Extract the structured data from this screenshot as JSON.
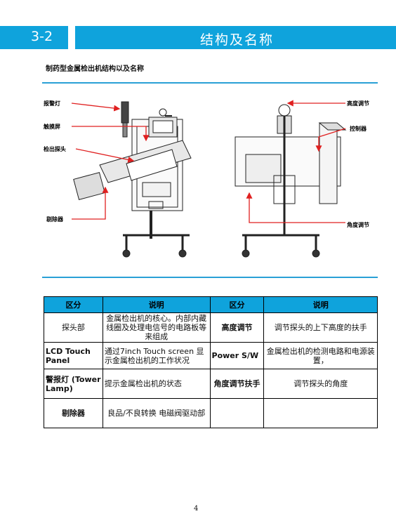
{
  "header": {
    "section_number": "3-2",
    "title": "结构及名称"
  },
  "subtitle": "制药型金属检出机结构以及名称",
  "diagram_labels": {
    "tower_lamp": "报警灯",
    "touch_screen": "触摸屏",
    "probe": "检出探头",
    "rejector": "剔除器",
    "height_adjust": "高度调节",
    "control_box": "控制器",
    "angle_adjust": "角度调节"
  },
  "table": {
    "headers": [
      "区分",
      "说明",
      "区分",
      "说明"
    ],
    "rows": [
      [
        "探头部",
        "金属检出机的核心。内部内藏线圈及处理电信号的电路板等来组成",
        "高度调节",
        "调节探头的上下高度的扶手"
      ],
      [
        "LCD Touch Panel",
        "通过7inch Touch screen 显示金属检出机的工作状况",
        "Power S/W",
        "金属检出机的检测电路和电源装置，"
      ],
      [
        "警报灯 (Tower Lamp)",
        "提示金属检出机的状态",
        "角度调节扶手",
        "调节探头的角度"
      ],
      [
        "剔除器",
        "良品/不良转换 电磁阀驱动部",
        "",
        ""
      ]
    ]
  },
  "page_number": "4",
  "colors": {
    "accent": "#0fa3dc",
    "arrow": "#e02020"
  }
}
